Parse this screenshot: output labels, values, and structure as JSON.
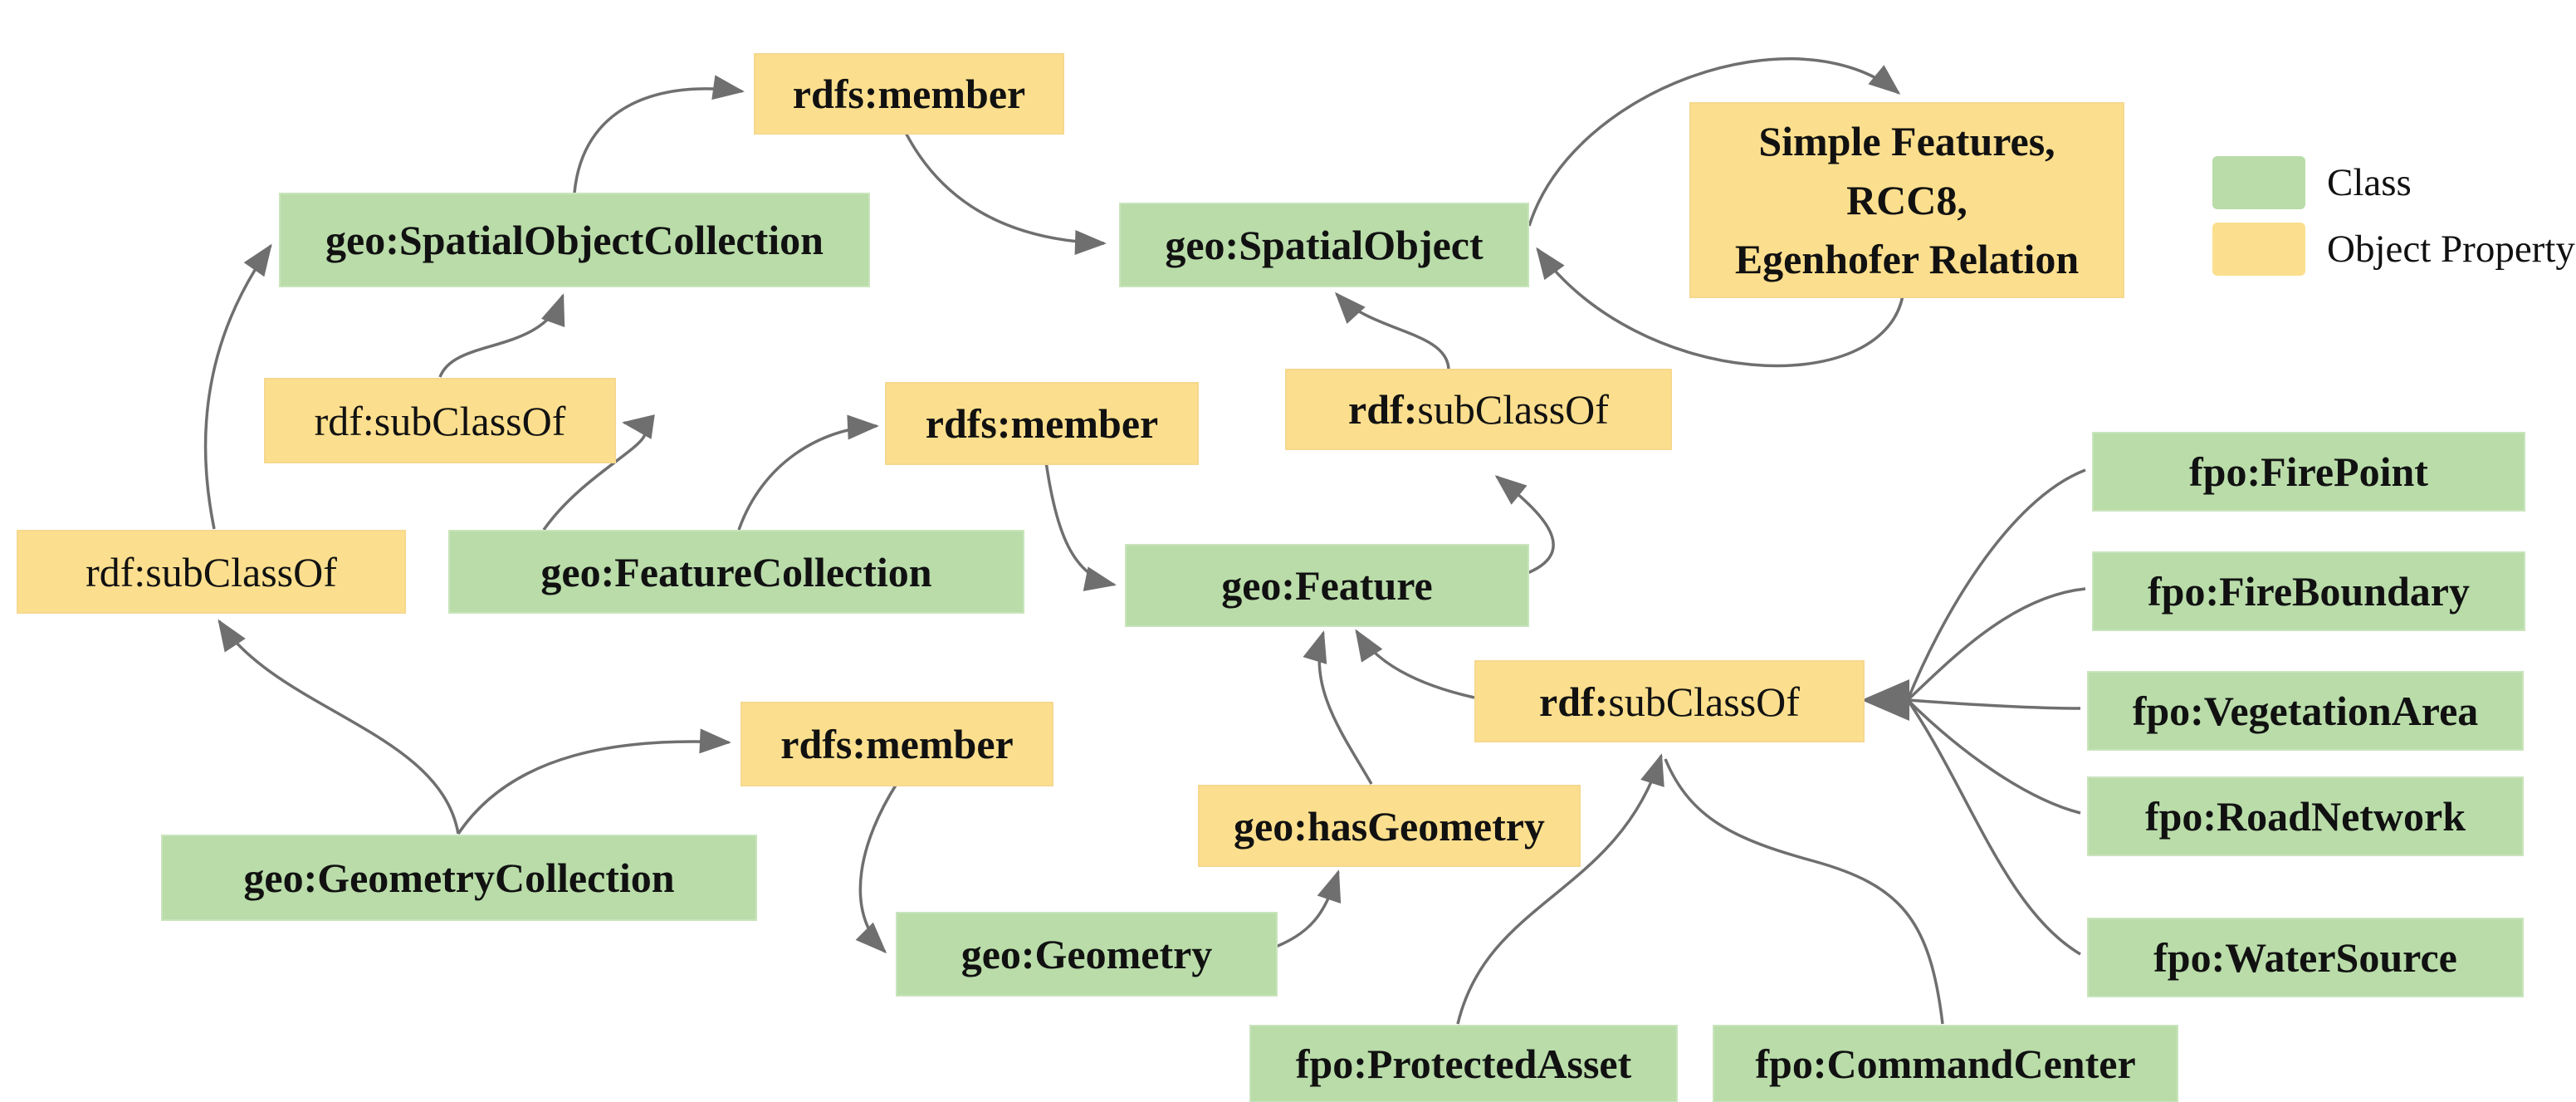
{
  "diagram": {
    "colors": {
      "class_fill": "#b9dca9",
      "object_property_fill": "#fcdf8e",
      "connector": "#6f6f6f",
      "text": "#111111",
      "background": "#ffffff"
    },
    "legend": {
      "items": [
        {
          "type": "class",
          "label": "Class"
        },
        {
          "type": "object_property",
          "label": "Object Property"
        }
      ]
    },
    "nodes": [
      {
        "id": "rdfs-member-top",
        "type": "object_property",
        "label": "rdfs:member"
      },
      {
        "id": "spatial-object-collection",
        "type": "class",
        "label": "geo:SpatialObjectCollection"
      },
      {
        "id": "subclassof-upper",
        "type": "object_property",
        "label": "rdf:subClassOf"
      },
      {
        "id": "rdfs-member-mid",
        "type": "object_property",
        "label": "rdfs:member"
      },
      {
        "id": "spatial-object",
        "type": "class",
        "label": "geo:SpatialObject"
      },
      {
        "id": "simple-features",
        "type": "object_property",
        "lines": [
          "Simple Features,",
          "RCC8,",
          "Egenhofer Relation"
        ]
      },
      {
        "id": "subclassof-far-left",
        "type": "object_property",
        "label": "rdf:subClassOf"
      },
      {
        "id": "feature-collection",
        "type": "class",
        "label": "geo:FeatureCollection"
      },
      {
        "id": "subclassof-center",
        "type": "object_property",
        "label_prefix": "rdf:",
        "label_rest": "subClassOf"
      },
      {
        "id": "feature",
        "type": "class",
        "label": "geo:Feature"
      },
      {
        "id": "subclassof-right",
        "type": "object_property",
        "label_prefix": "rdf:",
        "label_rest": "subClassOf"
      },
      {
        "id": "has-geometry",
        "type": "object_property",
        "label": "geo:hasGeometry"
      },
      {
        "id": "rdfs-member-bottom",
        "type": "object_property",
        "label": "rdfs:member"
      },
      {
        "id": "geometry-collection",
        "type": "class",
        "label": "geo:GeometryCollection"
      },
      {
        "id": "geometry",
        "type": "class",
        "label": "geo:Geometry"
      },
      {
        "id": "fire-point",
        "type": "class",
        "label": "fpo:FirePoint"
      },
      {
        "id": "fire-boundary",
        "type": "class",
        "label": "fpo:FireBoundary"
      },
      {
        "id": "vegetation-area",
        "type": "class",
        "label": "fpo:VegetationArea"
      },
      {
        "id": "road-network",
        "type": "class",
        "label": "fpo:RoadNetwork"
      },
      {
        "id": "water-source",
        "type": "class",
        "label": "fpo:WaterSource"
      },
      {
        "id": "protected-asset",
        "type": "class",
        "label": "fpo:ProtectedAsset"
      },
      {
        "id": "command-center",
        "type": "class",
        "label": "fpo:CommandCenter"
      }
    ],
    "edges": [
      {
        "from": "spatial-object-collection",
        "to": "rdfs-member-top"
      },
      {
        "from": "rdfs-member-top",
        "to": "spatial-object"
      },
      {
        "from": "subclassof-upper",
        "to": "spatial-object-collection"
      },
      {
        "from": "feature-collection",
        "to": "subclassof-upper"
      },
      {
        "from": "feature-collection",
        "to": "rdfs-member-mid"
      },
      {
        "from": "rdfs-member-mid",
        "to": "feature"
      },
      {
        "from": "feature",
        "to": "subclassof-center"
      },
      {
        "from": "subclassof-center",
        "to": "spatial-object"
      },
      {
        "from": "spatial-object",
        "to": "simple-features"
      },
      {
        "from": "simple-features",
        "to": "spatial-object"
      },
      {
        "from": "subclassof-right",
        "to": "feature"
      },
      {
        "from": "has-geometry",
        "to": "feature"
      },
      {
        "from": "geometry",
        "to": "has-geometry"
      },
      {
        "from": "rdfs-member-bottom",
        "to": "geometry"
      },
      {
        "from": "geometry-collection",
        "to": "subclassof-far-left"
      },
      {
        "from": "geometry-collection",
        "to": "rdfs-member-bottom"
      },
      {
        "from": "subclassof-far-left",
        "to": "spatial-object-collection"
      },
      {
        "from": "fpo:ProtectedAsset",
        "to": "subclassof-right"
      },
      {
        "from": "fpo:CommandCenter",
        "to": "subclassof-right"
      },
      {
        "from": "fpo:FirePoint",
        "to": "subclassof-right"
      },
      {
        "from": "fpo:FireBoundary",
        "to": "subclassof-right"
      },
      {
        "from": "fpo:VegetationArea",
        "to": "subclassof-right"
      },
      {
        "from": "fpo:RoadNetwork",
        "to": "subclassof-right"
      },
      {
        "from": "fpo:WaterSource",
        "to": "subclassof-right"
      }
    ]
  }
}
